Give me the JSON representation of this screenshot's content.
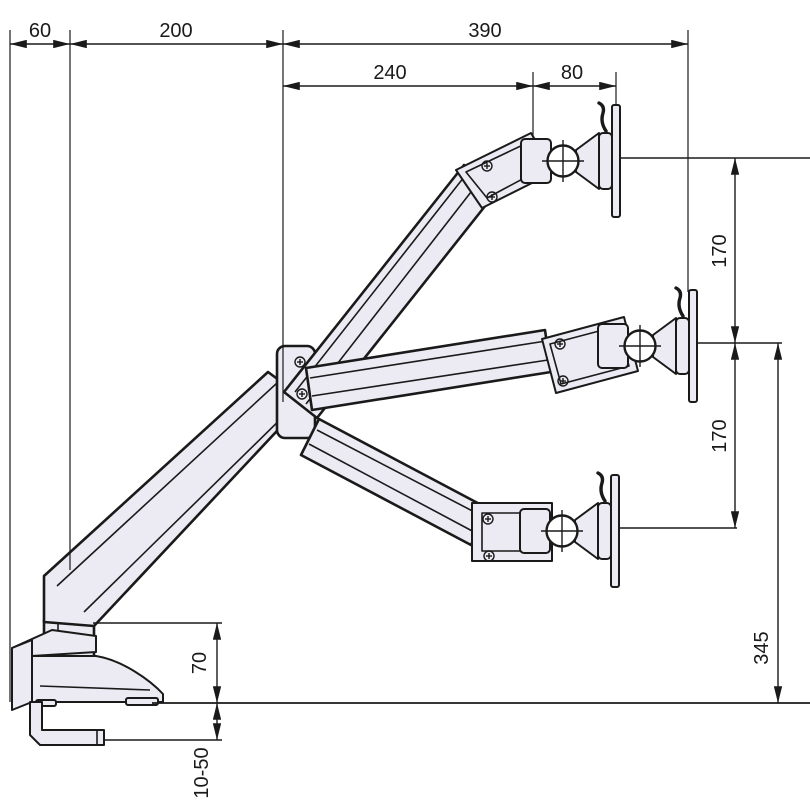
{
  "drawing": {
    "colors": {
      "line": "#1a1a1a",
      "fill": "#eceaf2",
      "bg": "#ffffff"
    },
    "dims": {
      "clamp_front_offset": "60",
      "post_to_elbow": "200",
      "max_horizontal_reach": "390",
      "elbow_to_head_joint": "240",
      "head_joint_to_plate": "80",
      "raised_to_level_drop": "170",
      "level_to_lowered_drop": "170",
      "level_height_above_desk": "345",
      "pivot_height_above_desk": "70",
      "desk_clamp_range": "10-50"
    }
  }
}
